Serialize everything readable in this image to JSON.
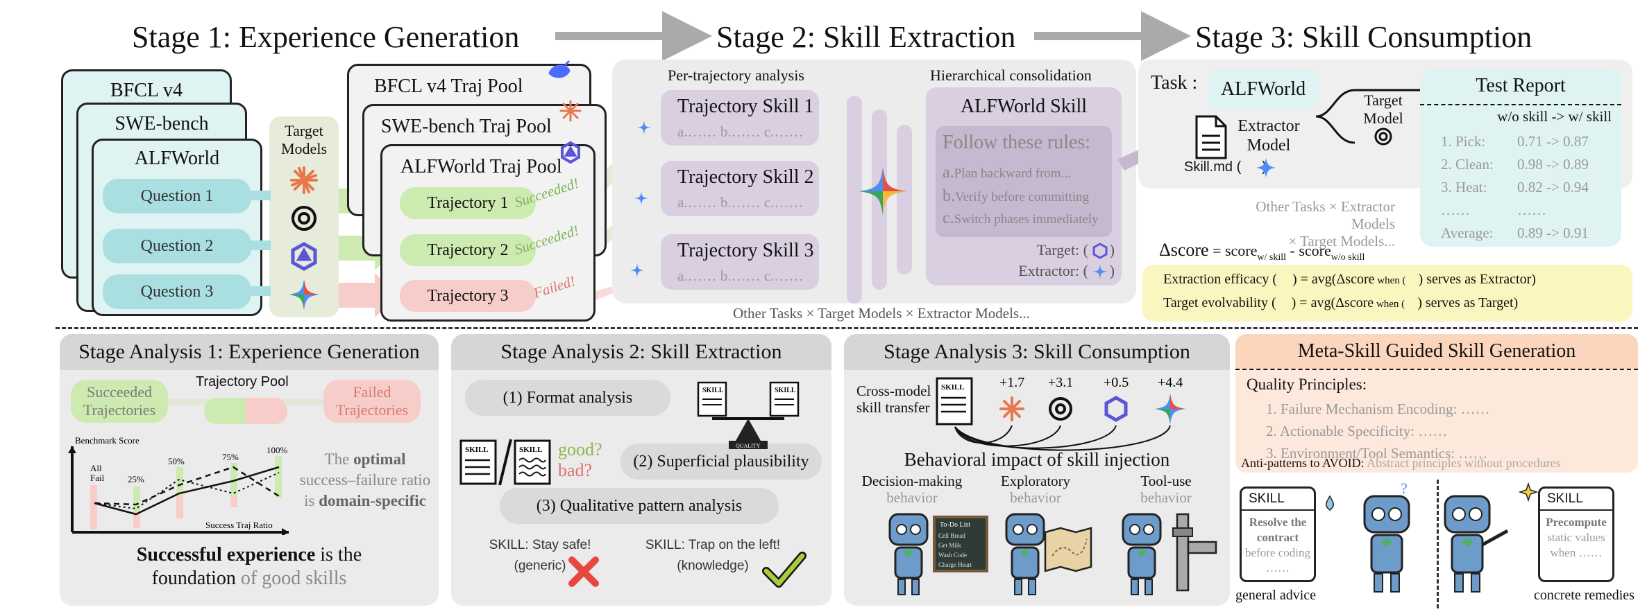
{
  "stages": {
    "s1": "Stage 1: Experience Generation",
    "s2": "Stage 2: Skill Extraction",
    "s3": "Stage 3: Skill Consumption"
  },
  "stage1": {
    "benchmarks": [
      "BFCL v4",
      "SWE-bench",
      "ALFWorld"
    ],
    "questions": [
      "Question 1",
      "Question 2",
      "Question 3"
    ],
    "target_models": "Target Models",
    "pools": [
      "BFCL v4 Traj Pool",
      "SWE-bench Traj Pool",
      "ALFWorld Traj Pool"
    ],
    "trajectories": [
      "Trajectory 1",
      "Trajectory 2",
      "Trajectory 3"
    ],
    "outcomes": [
      "Succeeded!",
      "Succeeded!",
      "Failed!"
    ]
  },
  "stage2": {
    "per_traj": "Per-trajectory analysis",
    "hier": "Hierarchical consolidation",
    "traj_skills": [
      "Trajectory Skill 1",
      "Trajectory Skill 2",
      "Trajectory Skill 3"
    ],
    "placeholder": "a.…… b.…… c.……",
    "alf_skill": "ALFWorld Skill",
    "rules_title": "Follow these rules:",
    "rules": [
      "Plan backward from...",
      "Verify before committing",
      "Switch phases immediately"
    ],
    "rule_letters": [
      "a.",
      "b.",
      "c."
    ],
    "target_label": "Target: (",
    "extractor_label": "Extractor: (",
    "close_paren": ")",
    "footer": "Other Tasks × Target Models × Extractor Models..."
  },
  "stage3": {
    "task_label": "Task :",
    "task": "ALFWorld",
    "extractor_model": "Extractor Model",
    "target_model": "Target Model",
    "skill_md": "Skill.md (",
    "report_title": "Test Report",
    "report_header": "w/o skill -> w/ skill",
    "report_rows": [
      {
        "label": "1. Pick:",
        "value": "0.71 -> 0.87"
      },
      {
        "label": "2. Clean:",
        "value": "0.98 -> 0.89"
      },
      {
        "label": "3. Heat:",
        "value": "0.82 -> 0.94"
      },
      {
        "label": "……",
        "value": "……"
      },
      {
        "label": "Average:",
        "value": "0.89 -> 0.91"
      }
    ],
    "other_tasks": "Other Tasks × Extractor Models",
    "other_tasks2": "× Target Models...",
    "delta_lhs": "Δscore",
    "delta_eq": " = score",
    "delta_sub1": "w/ skill",
    "delta_minus": " - score",
    "delta_sub2": "w/o skill",
    "efficacy_a": "Extraction efficacy (",
    "efficacy_b": ") = avg(Δscore",
    "efficacy_c": " when (",
    "efficacy_d": ") serves as Extractor)",
    "evolv_a": "Target evolvability (",
    "evolv_b": ") = avg(Δscore",
    "evolv_c": " when (",
    "evolv_d": ") serves as Target)"
  },
  "analysis1": {
    "title": "Stage Analysis 1: Experience Generation",
    "succ": "Succeeded Trajectories",
    "pool": "Trajectory Pool",
    "fail": "Failed Trajectories",
    "ylabel": "Benchmark Score",
    "xlabel": "Success Traj Ratio",
    "all_fail": "All Fail",
    "ticks": [
      "25%",
      "50%",
      "75%",
      "100%"
    ],
    "note_a": "The ",
    "note_b": "optimal",
    "note_c": " success–failure ratio is ",
    "note_d": "domain-specific",
    "foot_a": "Successful experience",
    "foot_b": " is the",
    "foot_c": "foundation",
    "foot_d": " of good skills"
  },
  "analysis2": {
    "title": "Stage Analysis 2: Skill Extraction",
    "p1": "(1) Format analysis",
    "p2": "(2) Superficial plausibility",
    "p3": "(3) Qualitative pattern analysis",
    "good": "good?",
    "bad": "bad?",
    "quality": "QUALITY",
    "skill_tag": "SKILL",
    "s1a": "SKILL: Stay safe!",
    "s1b": "(generic)",
    "s2a": "SKILL: Trap on the left!",
    "s2b": "(knowledge)"
  },
  "analysis3": {
    "title": "Stage Analysis 3: Skill Consumption",
    "transfer": "Cross-model skill transfer",
    "gains": [
      "+1.7",
      "+3.1",
      "+0.5",
      "+4.4"
    ],
    "impact": "Behavioral impact of skill injection",
    "behaviors": [
      {
        "a": "Decision-making",
        "b": "behavior"
      },
      {
        "a": "Exploratory",
        "b": "behavior"
      },
      {
        "a": "Tool-use",
        "b": "behavior"
      }
    ],
    "todo_title": "To-Do List",
    "todo": [
      "Cell Bread",
      "Get Milk",
      "Wash Code",
      "Charge Heart"
    ]
  },
  "meta": {
    "title": "Meta-Skill Guided Skill Generation",
    "qp": "Quality Principles:",
    "principles": [
      "1. Failure Mechanism Encoding: ……",
      "2. Actionable Specificity: ……",
      "3. Environment/Tool Semantics: ……"
    ],
    "anti_a": "Anti-patterns to AVOID:",
    "anti_b": " Abstract principles without procedures",
    "skill": "SKILL",
    "left_bold": "Resolve the contract",
    "left_rest": " before coding ……",
    "right_bold": "Precompute",
    "right_rest": " static values when ……",
    "cap_left": "general advice",
    "cap_right": "concrete remedies"
  },
  "colors": {
    "teal": "#dff3f3",
    "question": "#a9dfe0",
    "green": "#cdebb1",
    "red": "#f6cdc8",
    "purple": "#d9cfe0",
    "yellow": "#fbf6bf",
    "orange": "#fcd9bf",
    "claude": "#e8774e",
    "gemini": "#4f8df5"
  }
}
